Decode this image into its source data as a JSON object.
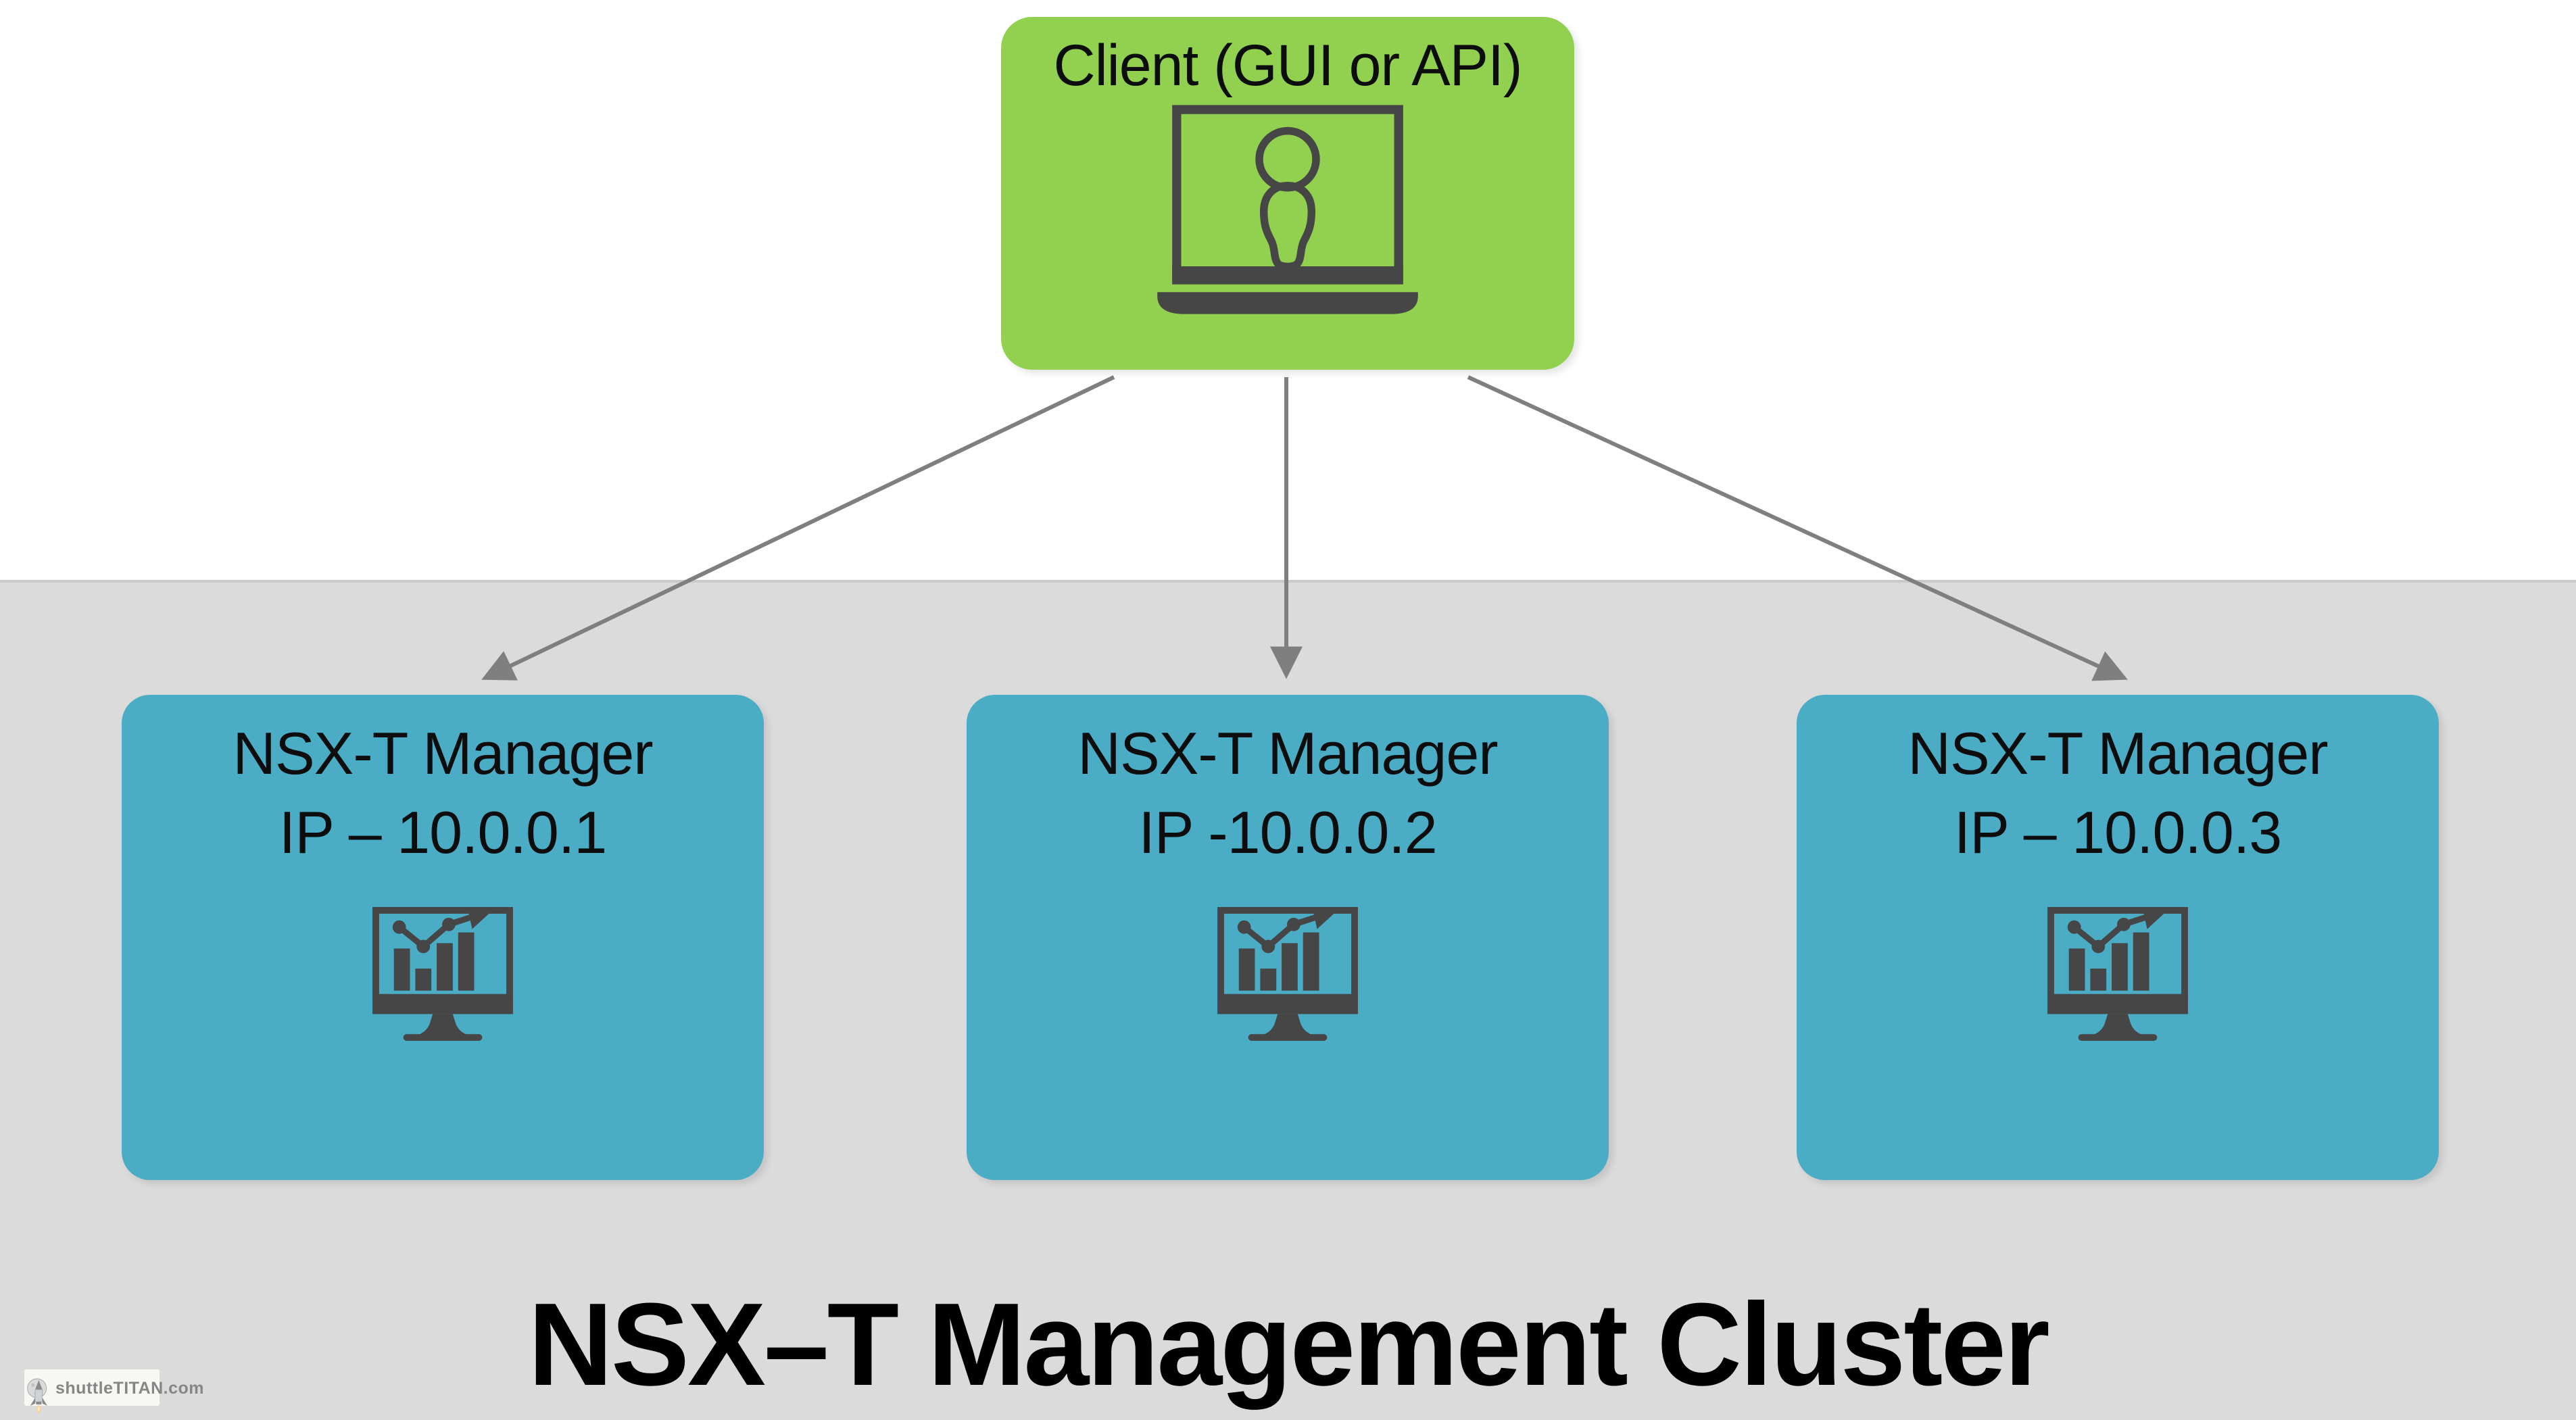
{
  "colors": {
    "client_green": "#92d050",
    "manager_teal": "#4bacc6",
    "band_gray": "#dbdbdb",
    "band_edge": "#c9c9c9",
    "arrow_gray": "#7f7f7f",
    "icon_dark": "#464646",
    "title_black": "#000000",
    "watermark_bg": "#f7f7f4",
    "watermark_gray": "#868686"
  },
  "client_box": {
    "label": "Client (GUI or API)",
    "icon": "laptop-user-icon"
  },
  "managers": [
    {
      "title": "NSX-T Manager",
      "ip": "IP – 10.0.0.1",
      "icon": "monitor-chart-icon"
    },
    {
      "title": "NSX-T Manager",
      "ip": "IP -10.0.0.2",
      "icon": "monitor-chart-icon"
    },
    {
      "title": "NSX-T Manager",
      "ip": "IP – 10.0.0.3",
      "icon": "monitor-chart-icon"
    }
  ],
  "footer": {
    "title": "NSX–T Management Cluster"
  },
  "watermark": {
    "text": "shuttleTITAN.com",
    "icon": "rocket-moon-icon"
  }
}
